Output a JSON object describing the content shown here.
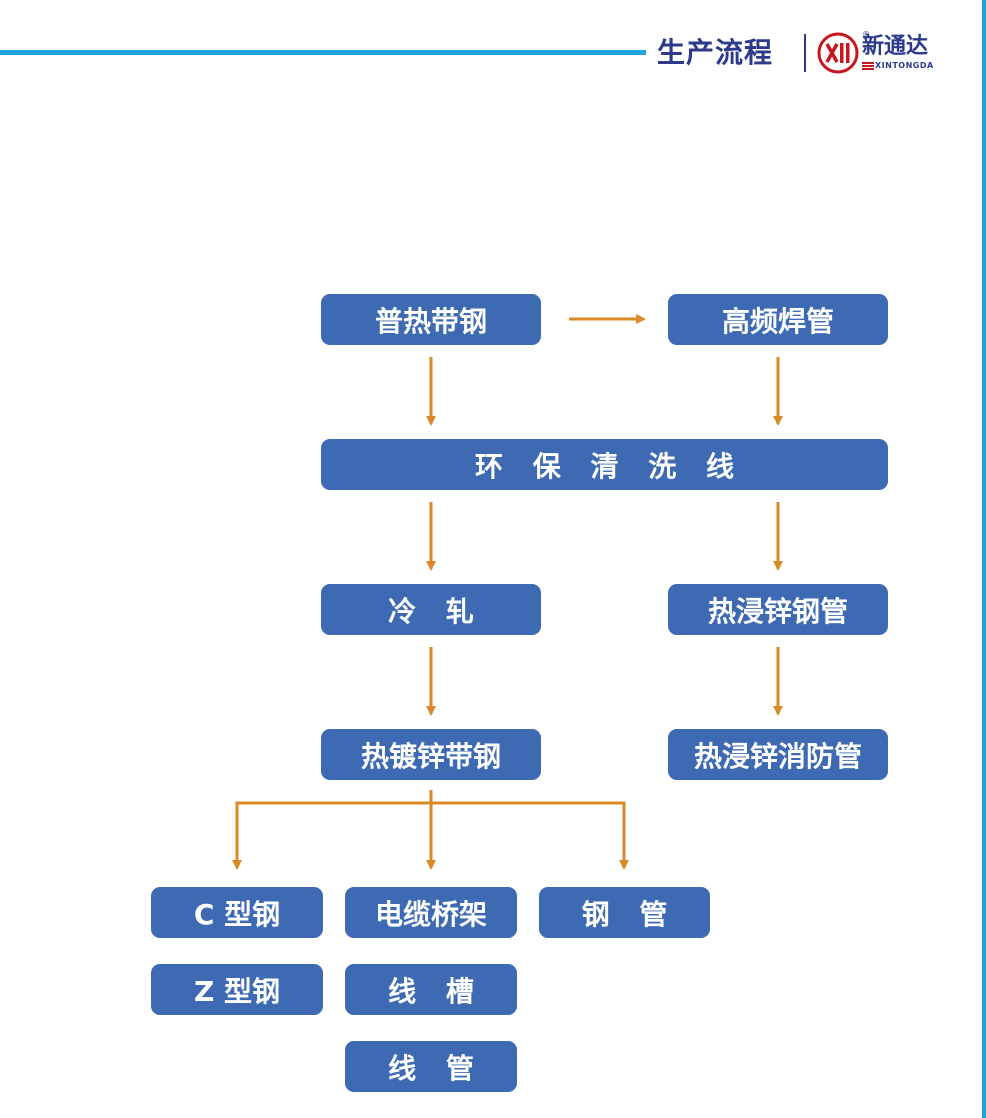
{
  "header": {
    "title": "生产流程",
    "logo_text": "新通达",
    "logo_sub": "XINTONGDA"
  },
  "colors": {
    "accent_blue": "#1fa2e3",
    "node_fill": "#3d6ab2",
    "arrow": "#d98a26",
    "title": "#2d3a8c",
    "logo_red": "#c8161d"
  },
  "nodes": {
    "hot_strip": "普热带钢",
    "hf_welded": "高频焊管",
    "cleaning_line": "环 保 清 洗 线",
    "cold_roll": "冷 轧",
    "hot_dip_pipe": "热浸锌钢管",
    "galv_strip": "热镀锌带钢",
    "fire_pipe": "热浸锌消防管",
    "c_steel": "C 型钢",
    "z_steel": "Z 型钢",
    "cable_tray": "电缆桥架",
    "wire_trough": "线 槽",
    "wire_conduit": "线 管",
    "steel_pipe": "钢 管"
  }
}
